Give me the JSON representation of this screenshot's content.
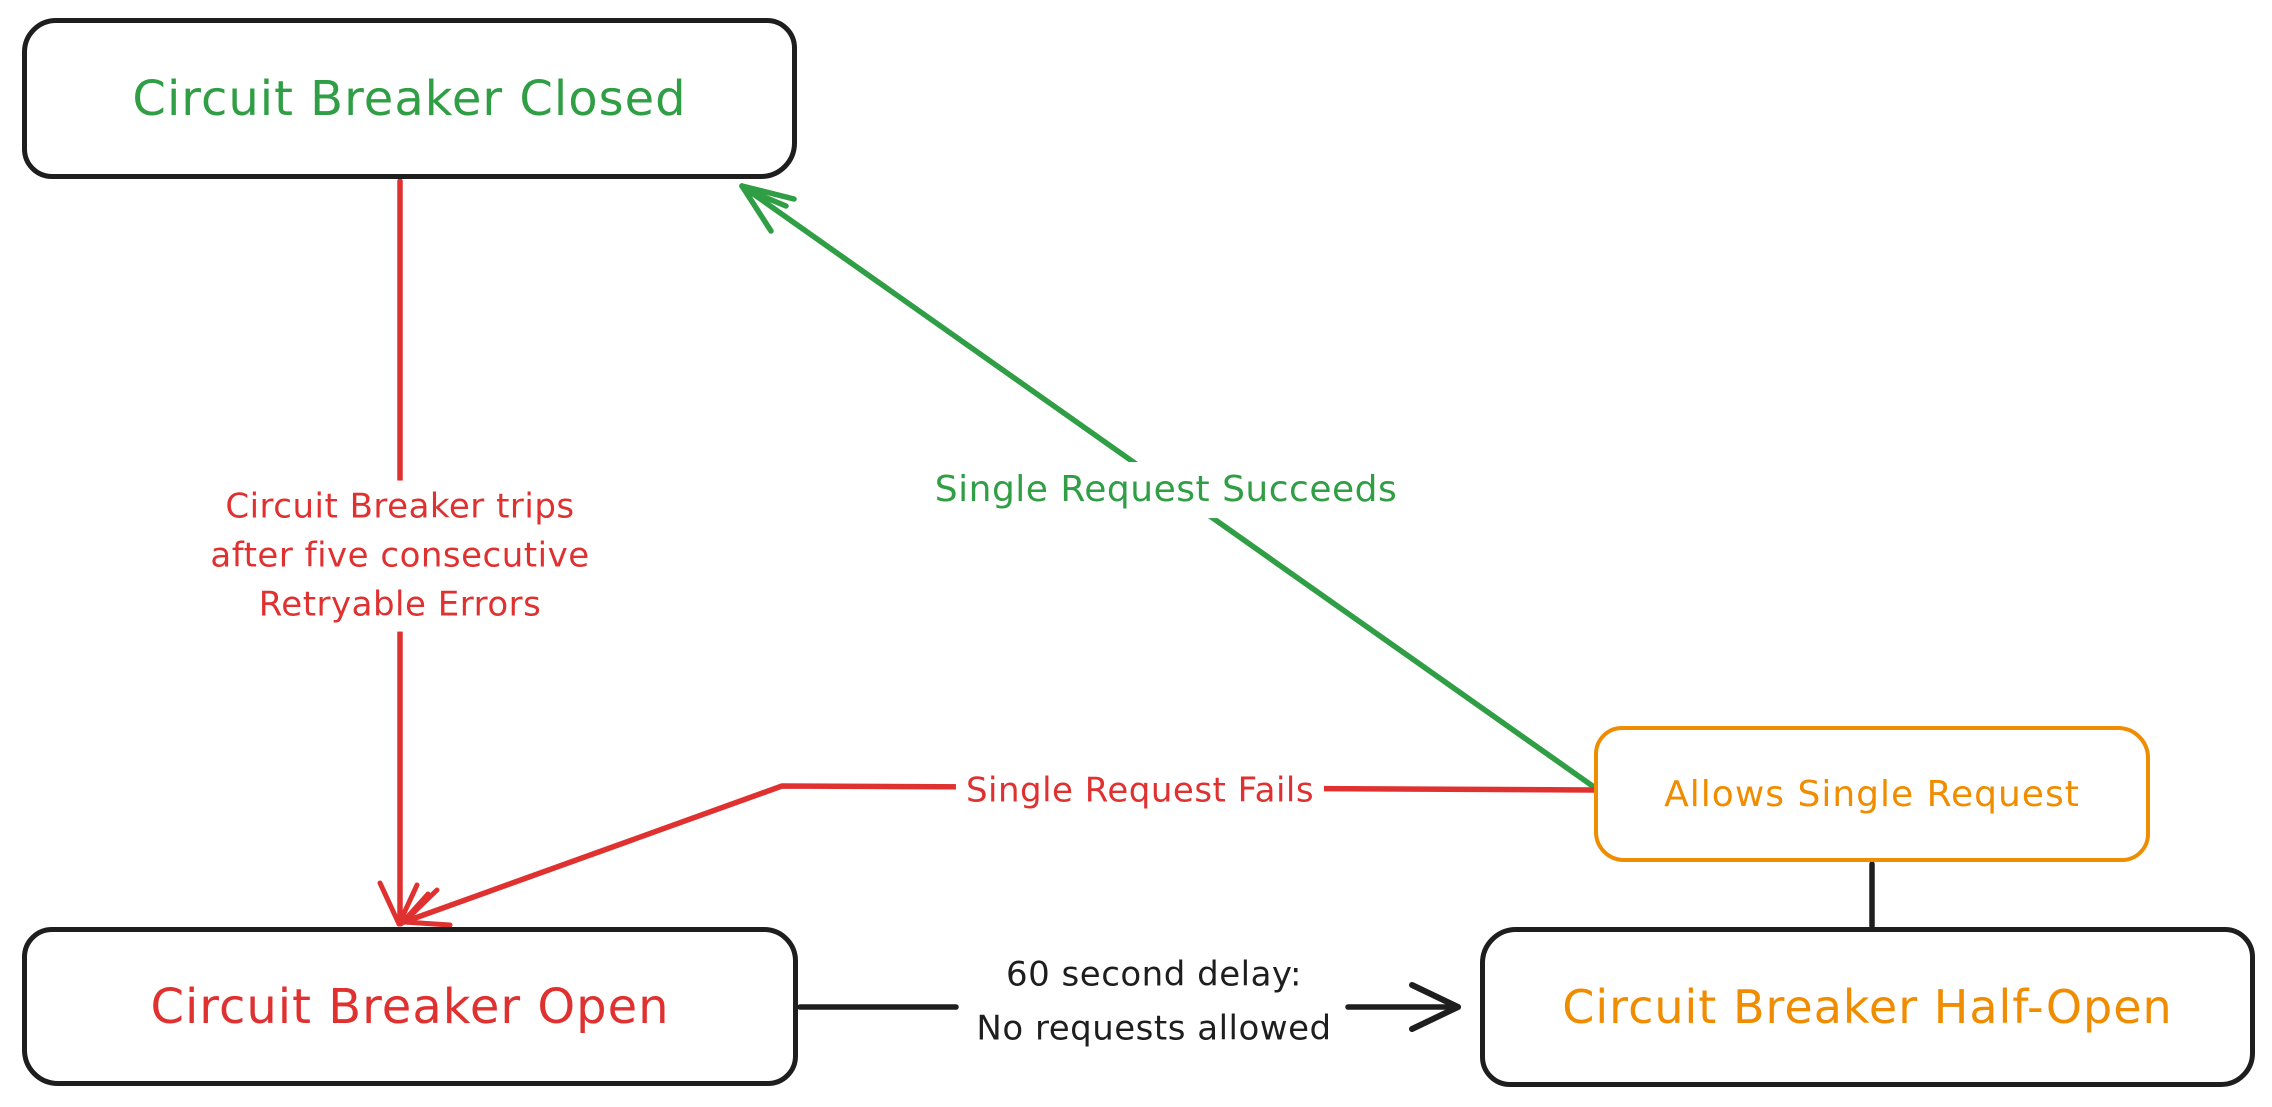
{
  "diagram": {
    "background": "#ffffff",
    "colors": {
      "ink": "#1e1e1e",
      "green": "#2f9e44",
      "red": "#e03131",
      "orange": "#f08c00"
    },
    "nodes": {
      "closed": {
        "label": "Circuit Breaker Closed",
        "text_color": "#2f9e44",
        "border_color": "#1e1e1e"
      },
      "open": {
        "label": "Circuit Breaker Open",
        "text_color": "#e03131",
        "border_color": "#1e1e1e"
      },
      "half_open": {
        "label": "Circuit Breaker Half-Open",
        "text_color": "#f08c00",
        "border_color": "#1e1e1e"
      },
      "allows": {
        "label": "Allows Single Request",
        "text_color": "#f08c00",
        "border_color": "#f08c00"
      }
    },
    "edges": {
      "trip": {
        "from": "closed",
        "to": "open",
        "color": "#e03131",
        "label_lines": [
          "Circuit Breaker trips",
          "after five consecutive",
          "Retryable Errors"
        ]
      },
      "succeeds": {
        "from": "allows",
        "to": "closed",
        "color": "#2f9e44",
        "label": "Single Request Succeeds"
      },
      "fails": {
        "from": "allows",
        "to": "open",
        "color": "#e03131",
        "label": "Single Request Fails"
      },
      "delay": {
        "from": "open",
        "to": "half_open",
        "color": "#1e1e1e",
        "label_lines": [
          "60 second delay:",
          "No requests allowed"
        ]
      },
      "probe": {
        "from": "half_open",
        "to": "allows",
        "color": "#1e1e1e",
        "label": ""
      }
    }
  }
}
